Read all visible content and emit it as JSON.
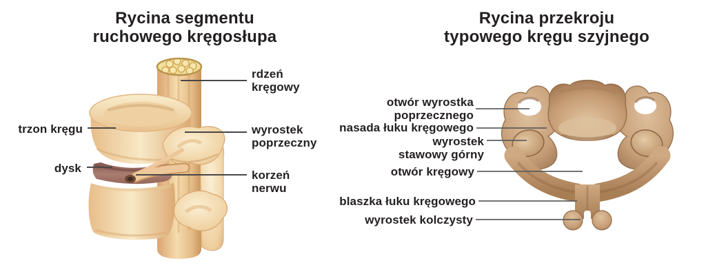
{
  "left_figure": {
    "title": "Rycina segmentu\nruchowego kręgosłupa",
    "labels": {
      "trzon_kregu": "trzon kręgu",
      "dysk": "dysk",
      "rdzen_kregowy": "rdzeń\nkręgowy",
      "wyrostek_poprzeczny": "wyrostek\npoprzeczny",
      "korzen_nerwu": "korzeń\nnerwu"
    },
    "illustration": "spinal-motion-segment"
  },
  "right_figure": {
    "title": "Rycina przekroju\ntypowego kręgu szyjnego",
    "labels": {
      "otwor_wyrostka_poprzecznego": "otwór wyrostka\npoprzecznego",
      "nasada_luku_kregowego": "nasada łuku kręgowego",
      "wyrostek_stawowy_gorny": "wyrostek\nstawowy górny",
      "otwor_kregowy": "otwór kręgowy",
      "blaszka_luku_kregowego": "blaszka łuku kręgowego",
      "wyrostek_kolczysty": "wyrostek kolczysty"
    },
    "illustration": "cervical-vertebra-cross-section"
  },
  "colors": {
    "background": "#ffffff",
    "text": "#231f20",
    "leader_line": "#474747",
    "bone_light": "#f8ecca",
    "bone_mid": "#eeca99",
    "bone_shadow": "#d9a471",
    "cord_top": "#f2df9d",
    "disc": "#a5786c",
    "vertebra_tan": "#c69e77",
    "vertebra_shadow": "#8a6344",
    "vertebra_highlight": "#e6cba6"
  }
}
